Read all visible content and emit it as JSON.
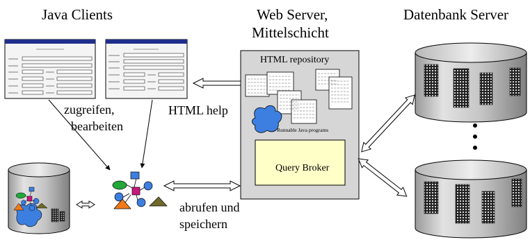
{
  "headers": {
    "java_clients": "Java Clients",
    "web_server_line1": "Web Server,",
    "web_server_line2": "Mittelschicht",
    "db_server": "Datenbank Server"
  },
  "labels": {
    "zugreifen": "zugreifen,",
    "bearbeiten": "bearbeiten",
    "html_help": "HTML help",
    "abrufen": "abrufen und",
    "speichern": "speichern",
    "html_repository": "HTML repository",
    "runnable_java": "Runnable Java programs",
    "query_broker": "Query Broker"
  },
  "colors": {
    "server_panel": "#d6d6d6",
    "query_broker_fill": "#ffffc8",
    "blob_blue": "#3d7fe0",
    "window_titlebar": "#1f2e8c",
    "ellipse_green": "#22a83a",
    "square_magenta": "#c8187d",
    "triangle_orange": "#f07a1a",
    "triangle_olive": "#6f6a2a",
    "db_body": "#cccccc"
  },
  "icons": [
    "client-window-icon",
    "help-window-icon",
    "html-document-icon",
    "object-model-icon",
    "local-database-icon",
    "database-cylinder-icon"
  ]
}
